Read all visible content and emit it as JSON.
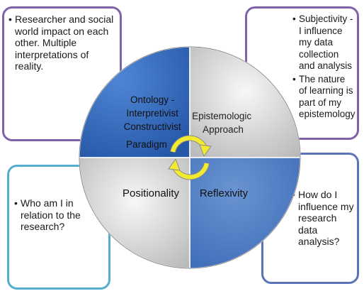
{
  "colors": {
    "box_top_left": "#7f62a8",
    "box_top_right": "#7f62a8",
    "box_bottom_left": "#52aecc",
    "box_bottom_right": "#5b74b8",
    "quad_blue": "#2f66b7",
    "quad_light": "#d8d8d8",
    "arrow_yellow": "#f2ea2e"
  },
  "boxes": {
    "top_left": {
      "items": [
        "Researcher and social world impact on each other. Multiple interpretations of reality."
      ]
    },
    "top_right": {
      "items": [
        "Subjectivity - I influence my data collection and analysis",
        "The nature of learning is part of my epistemology"
      ]
    },
    "bottom_left": {
      "items": [
        "Who am I in relation to the research?"
      ]
    },
    "bottom_right": {
      "items": [
        "How do I influence my research data analysis?"
      ]
    }
  },
  "quadrants": {
    "ontology": {
      "lines": [
        "Ontology -",
        "Interpretivist",
        "Constructivist",
        "Paradigm"
      ]
    },
    "epistemology": {
      "lines": [
        "Epistemologic",
        "Approach"
      ]
    },
    "positionality": {
      "lines": [
        "Positionality"
      ]
    },
    "reflexivity": {
      "lines": [
        "Reflexivity"
      ]
    }
  }
}
